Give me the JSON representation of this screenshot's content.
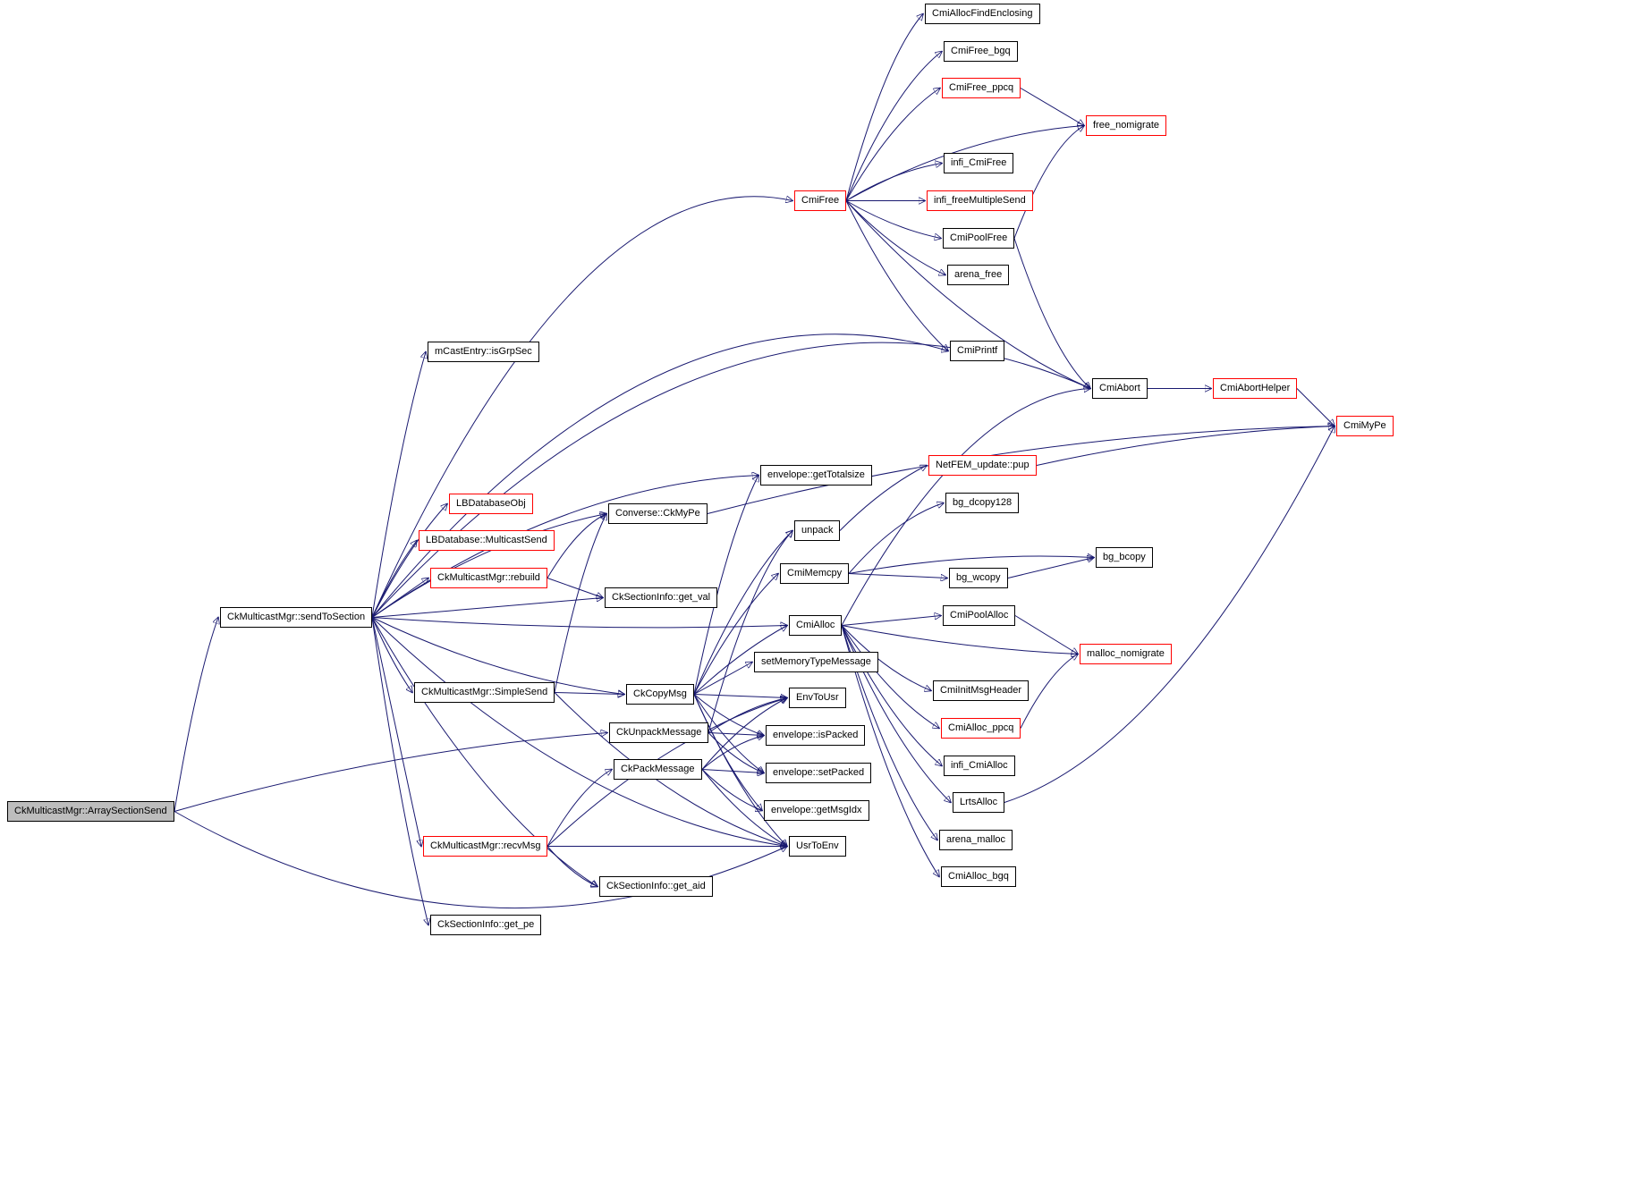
{
  "diagram": {
    "type": "call-graph",
    "root_function": "CkMulticastMgr::ArraySectionSend",
    "colors": {
      "edge": "#191970",
      "node_border": "#000000",
      "highlight_border": "#ff0000",
      "root_fill": "#bdbdbd",
      "background": "#ffffff"
    },
    "nodes": {
      "arraySectionSend": {
        "label": "CkMulticastMgr::ArraySectionSend",
        "style": "root"
      },
      "sendToSection": {
        "label": "CkMulticastMgr::sendToSection",
        "style": "normal"
      },
      "isGrpSec": {
        "label": "mCastEntry::isGrpSec",
        "style": "normal"
      },
      "lbDatabaseObj": {
        "label": "LBDatabaseObj",
        "style": "highlight"
      },
      "multicastSend": {
        "label": "LBDatabase::MulticastSend",
        "style": "highlight"
      },
      "rebuild": {
        "label": "CkMulticastMgr::rebuild",
        "style": "highlight"
      },
      "converseCkMyPe": {
        "label": "Converse::CkMyPe",
        "style": "normal"
      },
      "getVal": {
        "label": "CkSectionInfo::get_val",
        "style": "normal"
      },
      "simpleSend": {
        "label": "CkMulticastMgr::SimpleSend",
        "style": "normal"
      },
      "ckCopyMsg": {
        "label": "CkCopyMsg",
        "style": "normal"
      },
      "ckUnpackMessage": {
        "label": "CkUnpackMessage",
        "style": "normal"
      },
      "ckPackMessage": {
        "label": "CkPackMessage",
        "style": "normal"
      },
      "recvMsg": {
        "label": "CkMulticastMgr::recvMsg",
        "style": "highlight"
      },
      "getAid": {
        "label": "CkSectionInfo::get_aid",
        "style": "normal"
      },
      "getPe": {
        "label": "CkSectionInfo::get_pe",
        "style": "normal"
      },
      "getTotalsize": {
        "label": "envelope::getTotalsize",
        "style": "normal"
      },
      "unpack": {
        "label": "unpack",
        "style": "normal"
      },
      "cmiMemcpy": {
        "label": "CmiMemcpy",
        "style": "normal"
      },
      "cmiAlloc": {
        "label": "CmiAlloc",
        "style": "normal"
      },
      "setMemoryTypeMessage": {
        "label": "setMemoryTypeMessage",
        "style": "normal"
      },
      "envToUsr": {
        "label": "EnvToUsr",
        "style": "normal"
      },
      "isPacked": {
        "label": "envelope::isPacked",
        "style": "normal"
      },
      "setPacked": {
        "label": "envelope::setPacked",
        "style": "normal"
      },
      "getMsgIdx": {
        "label": "envelope::getMsgIdx",
        "style": "normal"
      },
      "usrToEnv": {
        "label": "UsrToEnv",
        "style": "normal"
      },
      "cmiFree": {
        "label": "CmiFree",
        "style": "highlight"
      },
      "cmiAllocFindEnclosing": {
        "label": "CmiAllocFindEnclosing",
        "style": "normal"
      },
      "cmiFreeBgq": {
        "label": "CmiFree_bgq",
        "style": "normal"
      },
      "cmiFreePpcq": {
        "label": "CmiFree_ppcq",
        "style": "highlight"
      },
      "freeNomigrate": {
        "label": "free_nomigrate",
        "style": "highlight"
      },
      "infiCmiFree": {
        "label": "infi_CmiFree",
        "style": "normal"
      },
      "infiFreeMultipleSend": {
        "label": "infi_freeMultipleSend",
        "style": "highlight"
      },
      "cmiPoolFree": {
        "label": "CmiPoolFree",
        "style": "normal"
      },
      "arenaFree": {
        "label": "arena_free",
        "style": "normal"
      },
      "cmiPrintf": {
        "label": "CmiPrintf",
        "style": "normal"
      },
      "cmiAbort": {
        "label": "CmiAbort",
        "style": "normal"
      },
      "cmiAbortHelper": {
        "label": "CmiAbortHelper",
        "style": "highlight"
      },
      "cmiMyPe": {
        "label": "CmiMyPe",
        "style": "highlight"
      },
      "netfemPup": {
        "label": "NetFEM_update::pup",
        "style": "highlight"
      },
      "bgDcopy128": {
        "label": "bg_dcopy128",
        "style": "normal"
      },
      "bgBcopy": {
        "label": "bg_bcopy",
        "style": "normal"
      },
      "bgWcopy": {
        "label": "bg_wcopy",
        "style": "normal"
      },
      "cmiPoolAlloc": {
        "label": "CmiPoolAlloc",
        "style": "normal"
      },
      "mallocNomigrate": {
        "label": "malloc_nomigrate",
        "style": "highlight"
      },
      "cmiInitMsgHeader": {
        "label": "CmiInitMsgHeader",
        "style": "normal"
      },
      "cmiAllocPpcq": {
        "label": "CmiAlloc_ppcq",
        "style": "highlight"
      },
      "infiCmiAlloc": {
        "label": "infi_CmiAlloc",
        "style": "normal"
      },
      "lrtsAlloc": {
        "label": "LrtsAlloc",
        "style": "normal"
      },
      "arenaMalloc": {
        "label": "arena_malloc",
        "style": "normal"
      },
      "cmiAllocBgq": {
        "label": "CmiAlloc_bgq",
        "style": "normal"
      }
    },
    "edges": [
      {
        "from": "arraySectionSend",
        "to": "sendToSection"
      },
      {
        "from": "arraySectionSend",
        "to": "ckUnpackMessage"
      },
      {
        "from": "arraySectionSend",
        "to": "usrToEnv"
      },
      {
        "from": "sendToSection",
        "to": "cmiFree"
      },
      {
        "from": "sendToSection",
        "to": "cmiPrintf"
      },
      {
        "from": "sendToSection",
        "to": "cmiAbort"
      },
      {
        "from": "sendToSection",
        "to": "isGrpSec"
      },
      {
        "from": "sendToSection",
        "to": "getTotalsize"
      },
      {
        "from": "sendToSection",
        "to": "lbDatabaseObj"
      },
      {
        "from": "sendToSection",
        "to": "multicastSend"
      },
      {
        "from": "sendToSection",
        "to": "rebuild"
      },
      {
        "from": "sendToSection",
        "to": "converseCkMyPe"
      },
      {
        "from": "sendToSection",
        "to": "getVal"
      },
      {
        "from": "sendToSection",
        "to": "cmiAlloc"
      },
      {
        "from": "sendToSection",
        "to": "simpleSend"
      },
      {
        "from": "sendToSection",
        "to": "ckCopyMsg"
      },
      {
        "from": "sendToSection",
        "to": "recvMsg"
      },
      {
        "from": "sendToSection",
        "to": "getAid"
      },
      {
        "from": "sendToSection",
        "to": "getPe"
      },
      {
        "from": "sendToSection",
        "to": "usrToEnv"
      },
      {
        "from": "simpleSend",
        "to": "converseCkMyPe"
      },
      {
        "from": "simpleSend",
        "to": "ckCopyMsg"
      },
      {
        "from": "simpleSend",
        "to": "usrToEnv"
      },
      {
        "from": "rebuild",
        "to": "converseCkMyPe"
      },
      {
        "from": "rebuild",
        "to": "getVal"
      },
      {
        "from": "ckCopyMsg",
        "to": "getTotalsize"
      },
      {
        "from": "ckCopyMsg",
        "to": "unpack"
      },
      {
        "from": "ckCopyMsg",
        "to": "cmiMemcpy"
      },
      {
        "from": "ckCopyMsg",
        "to": "cmiAlloc"
      },
      {
        "from": "ckCopyMsg",
        "to": "setMemoryTypeMessage"
      },
      {
        "from": "ckCopyMsg",
        "to": "envToUsr"
      },
      {
        "from": "ckCopyMsg",
        "to": "isPacked"
      },
      {
        "from": "ckCopyMsg",
        "to": "setPacked"
      },
      {
        "from": "ckCopyMsg",
        "to": "getMsgIdx"
      },
      {
        "from": "ckCopyMsg",
        "to": "usrToEnv"
      },
      {
        "from": "ckUnpackMessage",
        "to": "unpack"
      },
      {
        "from": "ckUnpackMessage",
        "to": "envToUsr"
      },
      {
        "from": "ckUnpackMessage",
        "to": "isPacked"
      },
      {
        "from": "ckUnpackMessage",
        "to": "setPacked"
      },
      {
        "from": "ckPackMessage",
        "to": "envToUsr"
      },
      {
        "from": "ckPackMessage",
        "to": "isPacked"
      },
      {
        "from": "ckPackMessage",
        "to": "setPacked"
      },
      {
        "from": "ckPackMessage",
        "to": "getMsgIdx"
      },
      {
        "from": "ckPackMessage",
        "to": "usrToEnv"
      },
      {
        "from": "recvMsg",
        "to": "ckPackMessage"
      },
      {
        "from": "recvMsg",
        "to": "envToUsr"
      },
      {
        "from": "recvMsg",
        "to": "usrToEnv"
      },
      {
        "from": "recvMsg",
        "to": "getAid"
      },
      {
        "from": "cmiFree",
        "to": "cmiAllocFindEnclosing"
      },
      {
        "from": "cmiFree",
        "to": "cmiFreeBgq"
      },
      {
        "from": "cmiFree",
        "to": "cmiFreePpcq"
      },
      {
        "from": "cmiFree",
        "to": "freeNomigrate"
      },
      {
        "from": "cmiFree",
        "to": "infiCmiFree"
      },
      {
        "from": "cmiFree",
        "to": "infiFreeMultipleSend"
      },
      {
        "from": "cmiFree",
        "to": "cmiPoolFree"
      },
      {
        "from": "cmiFree",
        "to": "arenaFree"
      },
      {
        "from": "cmiFree",
        "to": "cmiPrintf"
      },
      {
        "from": "cmiFree",
        "to": "cmiAbort"
      },
      {
        "from": "cmiFreePpcq",
        "to": "freeNomigrate"
      },
      {
        "from": "cmiPoolFree",
        "to": "freeNomigrate"
      },
      {
        "from": "cmiPoolFree",
        "to": "cmiAbort"
      },
      {
        "from": "cmiAbort",
        "to": "cmiAbortHelper"
      },
      {
        "from": "cmiAbortHelper",
        "to": "cmiMyPe"
      },
      {
        "from": "converseCkMyPe",
        "to": "cmiMyPe"
      },
      {
        "from": "unpack",
        "to": "netfemPup"
      },
      {
        "from": "netfemPup",
        "to": "cmiMyPe"
      },
      {
        "from": "cmiMemcpy",
        "to": "bgDcopy128"
      },
      {
        "from": "cmiMemcpy",
        "to": "bgWcopy"
      },
      {
        "from": "cmiMemcpy",
        "to": "bgBcopy"
      },
      {
        "from": "bgWcopy",
        "to": "bgBcopy"
      },
      {
        "from": "cmiAlloc",
        "to": "cmiPoolAlloc"
      },
      {
        "from": "cmiAlloc",
        "to": "mallocNomigrate"
      },
      {
        "from": "cmiAlloc",
        "to": "cmiInitMsgHeader"
      },
      {
        "from": "cmiAlloc",
        "to": "cmiAllocPpcq"
      },
      {
        "from": "cmiAlloc",
        "to": "infiCmiAlloc"
      },
      {
        "from": "cmiAlloc",
        "to": "lrtsAlloc"
      },
      {
        "from": "cmiAlloc",
        "to": "arenaMalloc"
      },
      {
        "from": "cmiAlloc",
        "to": "cmiAllocBgq"
      },
      {
        "from": "cmiAlloc",
        "to": "cmiAbort"
      },
      {
        "from": "cmiPoolAlloc",
        "to": "mallocNomigrate"
      },
      {
        "from": "cmiAllocPpcq",
        "to": "mallocNomigrate"
      },
      {
        "from": "lrtsAlloc",
        "to": "cmiMyPe"
      }
    ]
  }
}
